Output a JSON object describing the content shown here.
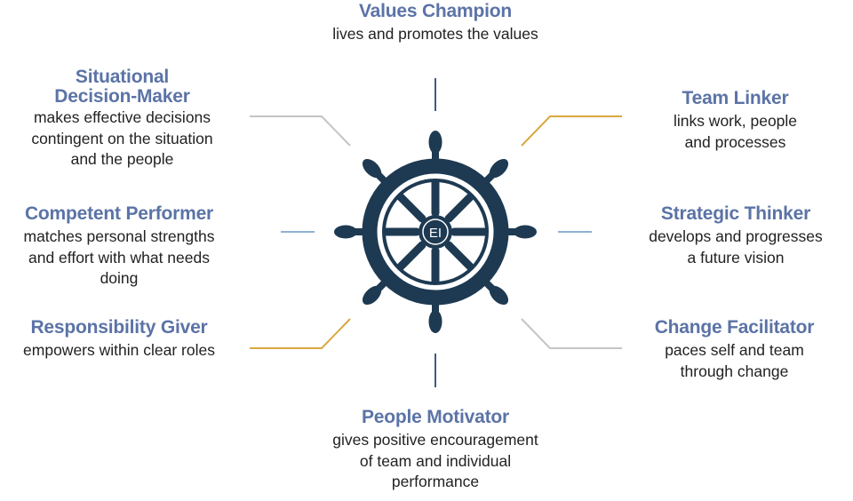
{
  "center_label": "EI",
  "colors": {
    "wheel": "#1e3a52",
    "title": "#5b73a6",
    "text": "#222222",
    "connector_gold": "#d9a93f",
    "connector_gray": "#c4c4c4",
    "connector_blue": "#8fb0d4",
    "connector_navy": "#3e5a86"
  },
  "roles": {
    "values_champion": {
      "title": "Values Champion",
      "desc_lines": [
        "lives and promotes the values"
      ]
    },
    "situational_decision_maker": {
      "title_lines": [
        "Situational",
        "Decision-Maker"
      ],
      "desc_lines": [
        "makes effective decisions",
        "contingent on the situation",
        "and the people"
      ]
    },
    "team_linker": {
      "title": "Team Linker",
      "desc_lines": [
        "links work, people",
        "and processes"
      ]
    },
    "competent_performer": {
      "title": "Competent Performer",
      "desc_lines": [
        "matches personal strengths",
        "and effort with what needs",
        "doing"
      ]
    },
    "strategic_thinker": {
      "title": "Strategic Thinker",
      "desc_lines": [
        "develops and progresses",
        "a future vision"
      ]
    },
    "responsibility_giver": {
      "title": "Responsibility Giver",
      "desc_lines": [
        "empowers within clear roles"
      ]
    },
    "change_facilitator": {
      "title": "Change Facilitator",
      "desc_lines": [
        "paces self and team",
        "through change"
      ]
    },
    "people_motivator": {
      "title": "People Motivator",
      "desc_lines": [
        "gives positive encouragement",
        "of team and individual",
        "performance"
      ]
    }
  }
}
